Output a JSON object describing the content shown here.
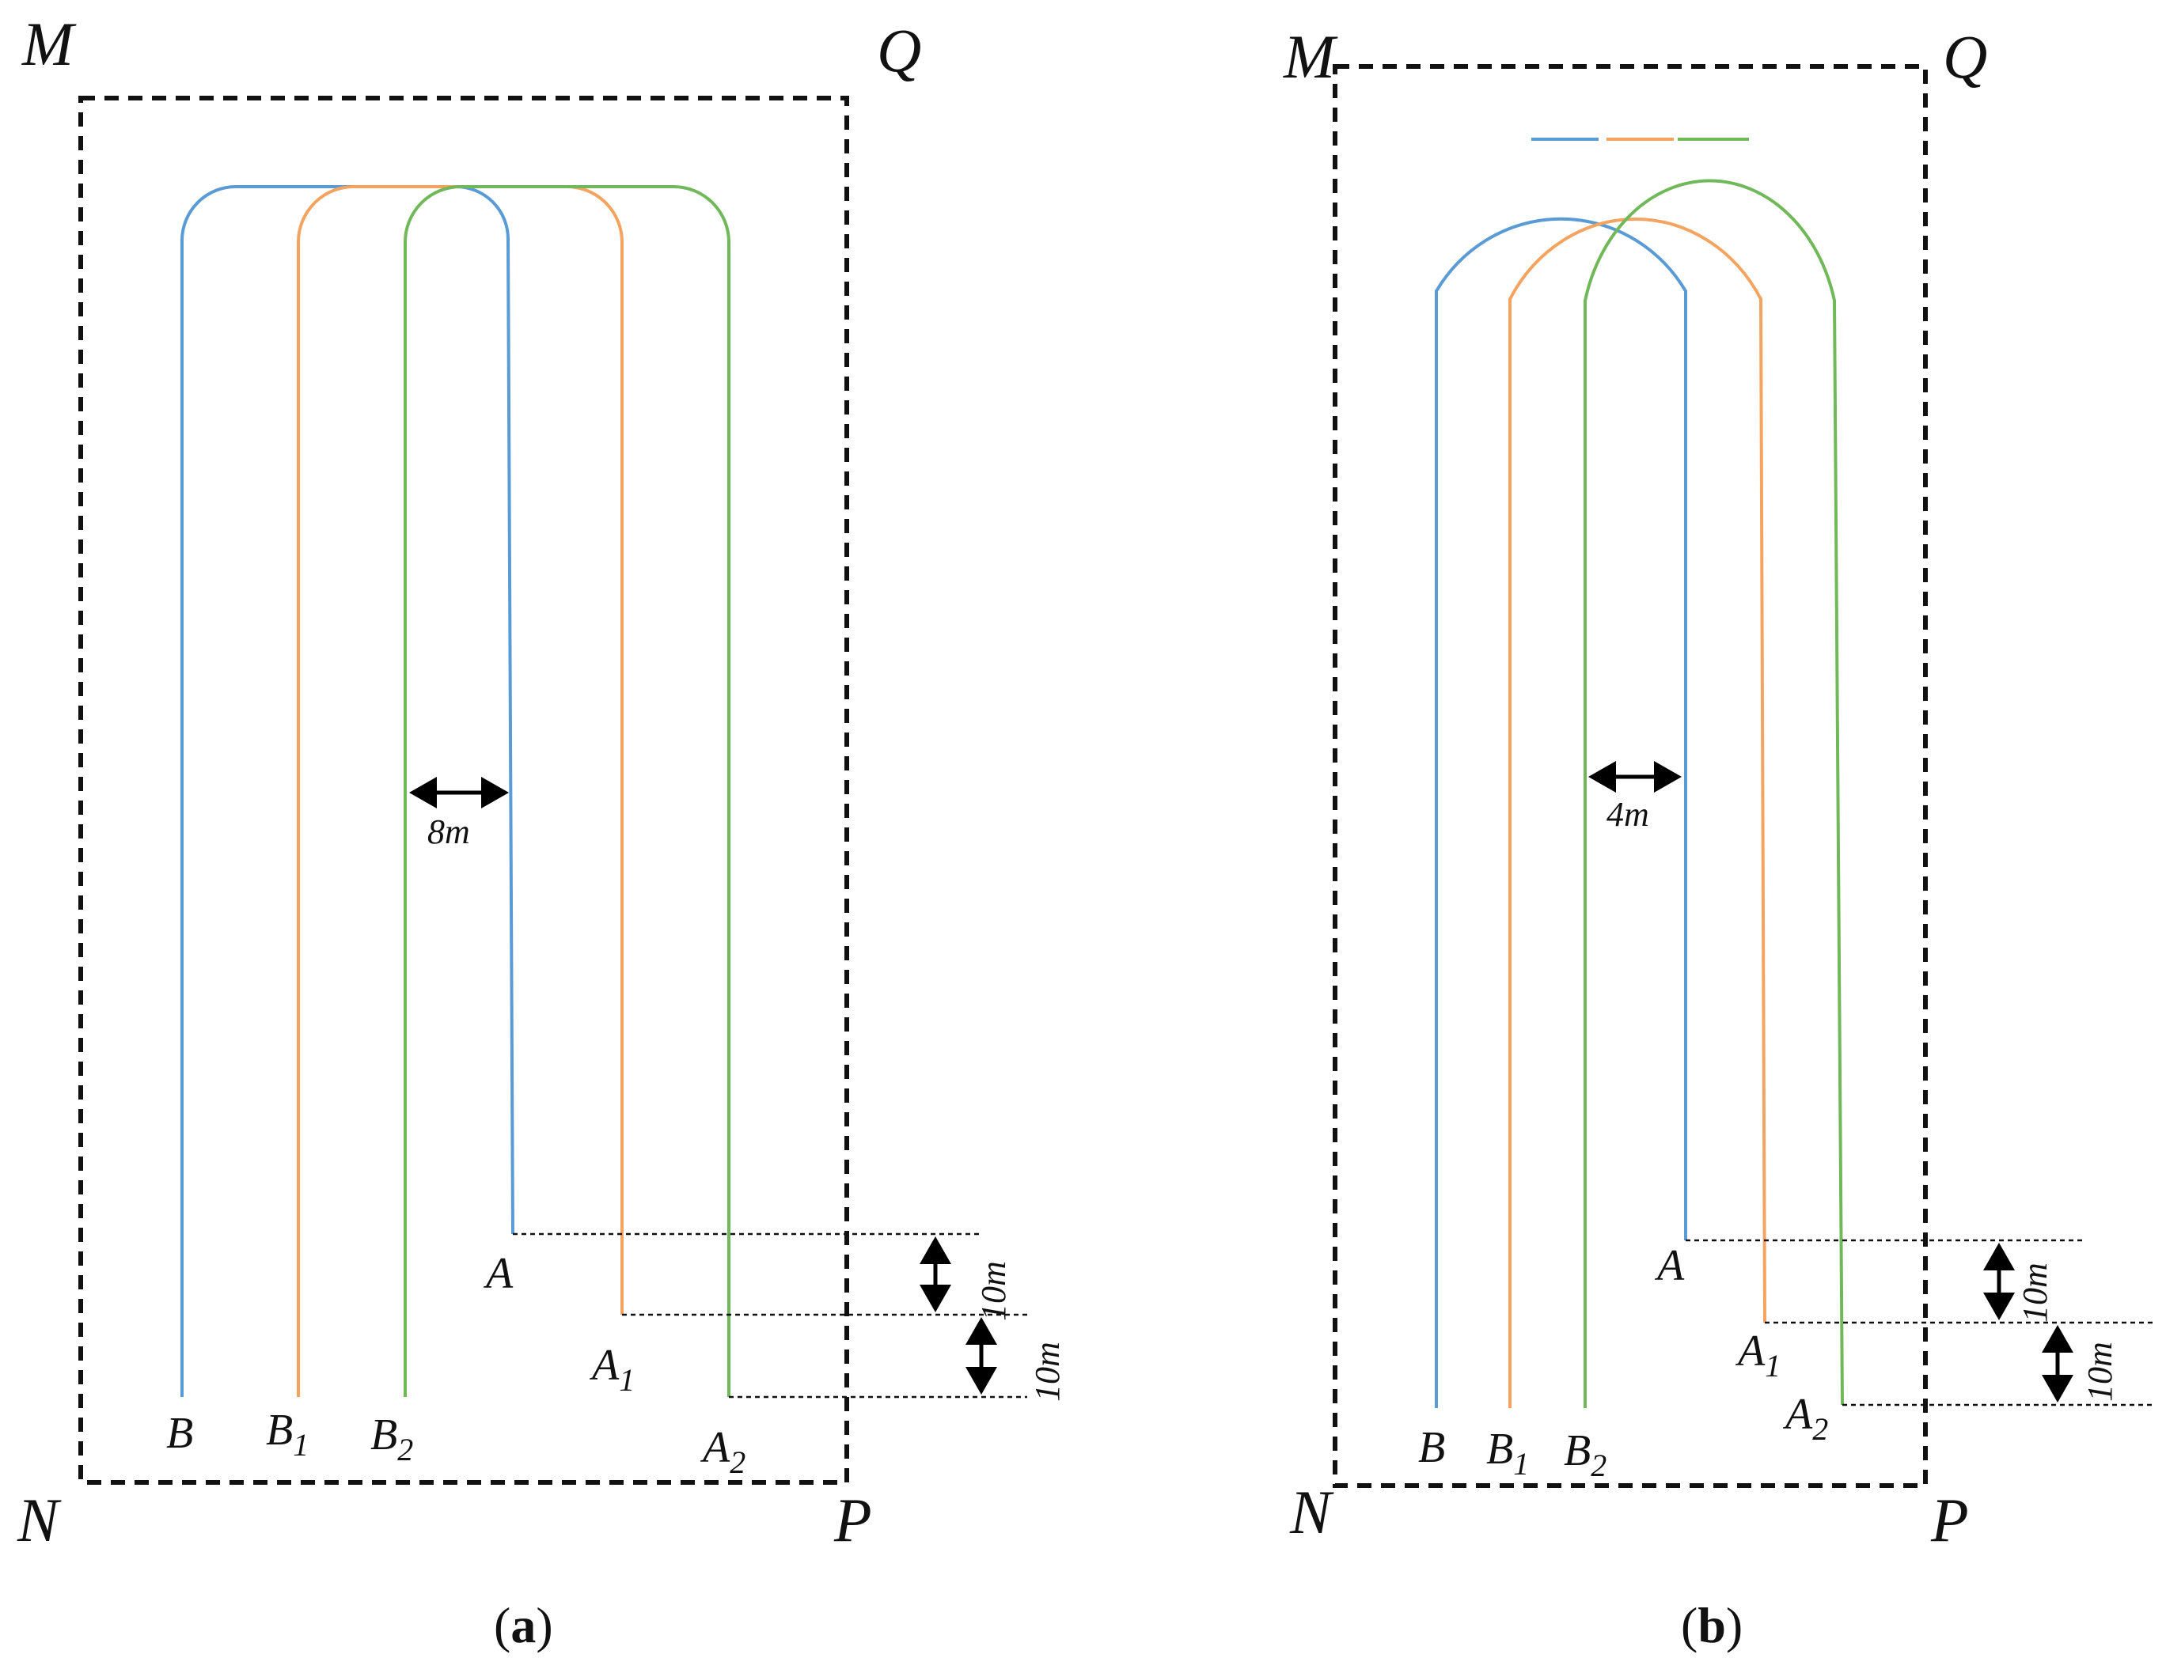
{
  "colors": {
    "path_blue": "#5b9bd5",
    "path_orange": "#f4a460",
    "path_green": "#70b85a",
    "boundary": "#111111"
  },
  "panel_a": {
    "corners": {
      "top_left": "M",
      "top_right": "Q",
      "bottom_left": "N",
      "bottom_right": "P"
    },
    "points": {
      "B": {
        "base": "B",
        "sub": ""
      },
      "B1": {
        "base": "B",
        "sub": "1"
      },
      "B2": {
        "base": "B",
        "sub": "2"
      },
      "A": {
        "base": "A",
        "sub": ""
      },
      "A1": {
        "base": "A",
        "sub": "1"
      },
      "A2": {
        "base": "A",
        "sub": "2"
      }
    },
    "spacing_label": "8m",
    "offset_label_1": "10m",
    "offset_label_2": "10m",
    "caption": {
      "open": "(",
      "letter": "a",
      "close": ")"
    }
  },
  "panel_b": {
    "corners": {
      "top_left": "M",
      "top_right": "Q",
      "bottom_left": "N",
      "bottom_right": "P"
    },
    "points": {
      "B": {
        "base": "B",
        "sub": ""
      },
      "B1": {
        "base": "B",
        "sub": "1"
      },
      "B2": {
        "base": "B",
        "sub": "2"
      },
      "A": {
        "base": "A",
        "sub": ""
      },
      "A1": {
        "base": "A",
        "sub": "1"
      },
      "A2": {
        "base": "A",
        "sub": "2"
      }
    },
    "spacing_label": "4m",
    "offset_label_1": "10m",
    "offset_label_2": "10m",
    "caption": {
      "open": "(",
      "letter": "b",
      "close": ")"
    }
  }
}
